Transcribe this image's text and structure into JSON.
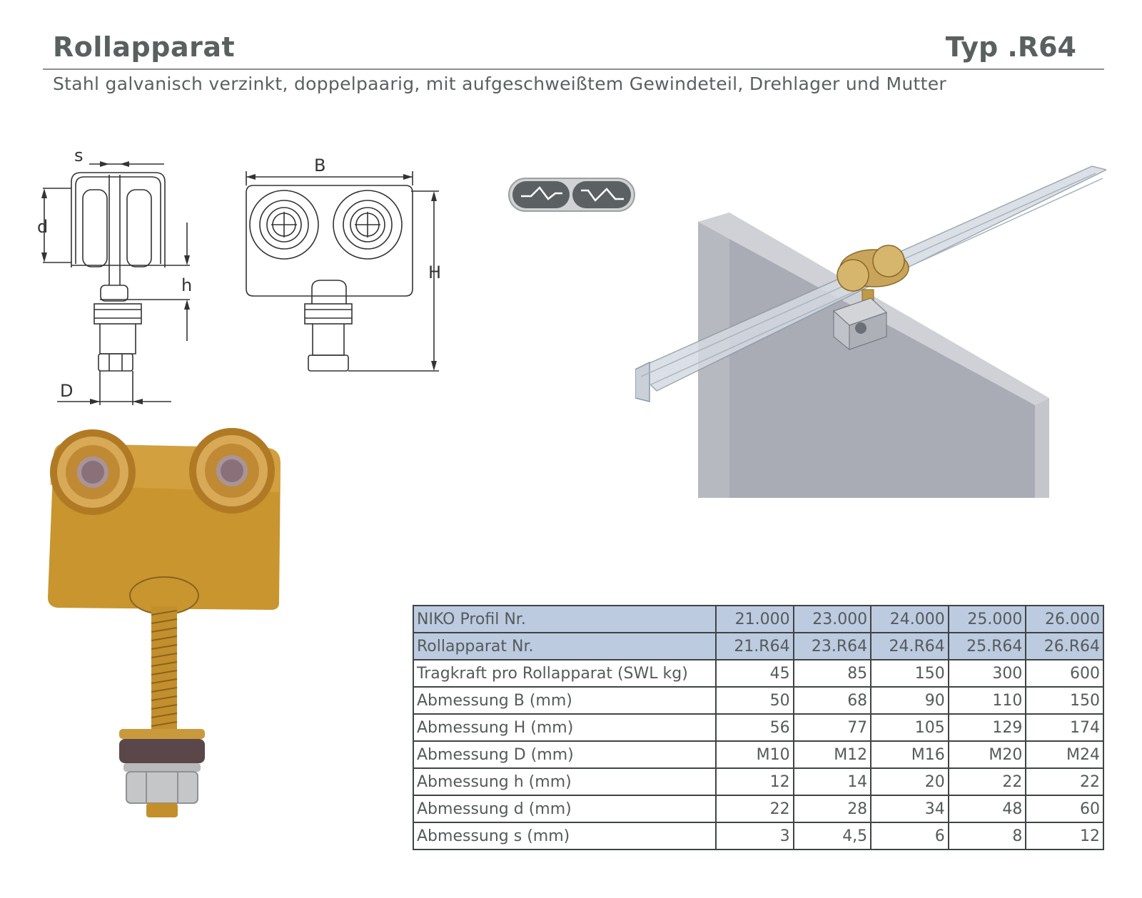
{
  "header": {
    "title": "Rollapparat",
    "type": "Typ .R64",
    "subtitle": "Stahl galvanisch verzinkt, doppelpaarig, mit aufgeschweißtem Gewindeteil, Drehlager und Mutter"
  },
  "drawing": {
    "labels": {
      "s": "s",
      "d": "d",
      "h": "h",
      "D": "D",
      "B": "B",
      "H": "H"
    }
  },
  "icons": {
    "rail_icons": [
      "rail-profile-icon",
      "rail-profile-inverted-icon"
    ]
  },
  "colors": {
    "brass": "#c8952e",
    "header_row": "#bccbe0",
    "table_border": "#3f4445"
  },
  "table": {
    "rows": [
      {
        "label": "NIKO Profil Nr.",
        "values": [
          "21.000",
          "23.000",
          "24.000",
          "25.000",
          "26.000"
        ],
        "highlight": true
      },
      {
        "label": "Rollapparat Nr.",
        "values": [
          "21.R64",
          "23.R64",
          "24.R64",
          "25.R64",
          "26.R64"
        ],
        "highlight": true
      },
      {
        "label": "Tragkraft pro Rollapparat (SWL kg)",
        "values": [
          "45",
          "85",
          "150",
          "300",
          "600"
        ]
      },
      {
        "label": "Abmessung B (mm)",
        "values": [
          "50",
          "68",
          "90",
          "110",
          "150"
        ]
      },
      {
        "label": "Abmessung H (mm)",
        "values": [
          "56",
          "77",
          "105",
          "129",
          "174"
        ]
      },
      {
        "label": "Abmessung D (mm)",
        "values": [
          "M10",
          "M12",
          "M16",
          "M20",
          "M24"
        ]
      },
      {
        "label": "Abmessung h (mm)",
        "values": [
          "12",
          "14",
          "20",
          "22",
          "22"
        ]
      },
      {
        "label": "Abmessung d (mm)",
        "values": [
          "22",
          "28",
          "34",
          "48",
          "60"
        ]
      },
      {
        "label": "Abmessung s (mm)",
        "values": [
          "3",
          "4,5",
          "6",
          "8",
          "12"
        ]
      }
    ]
  }
}
